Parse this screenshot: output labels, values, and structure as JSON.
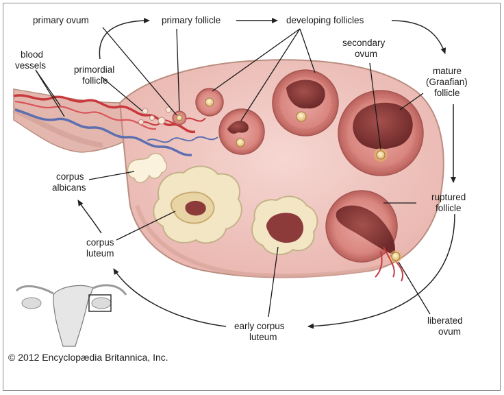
{
  "labels": {
    "primary_ovum": "primary ovum",
    "primary_follicle": "primary follicle",
    "developing_follicles": "developing follicles",
    "blood_vessels_1": "blood",
    "blood_vessels_2": "vessels",
    "primordial_follicle_1": "primordial",
    "primordial_follicle_2": "follicle",
    "secondary_ovum_1": "secondary",
    "secondary_ovum_2": "ovum",
    "mature_follicle_1": "mature",
    "mature_follicle_2": "(Graafian)",
    "mature_follicle_3": "follicle",
    "corpus_albicans_1": "corpus",
    "corpus_albicans_2": "albicans",
    "ruptured_follicle_1": "ruptured",
    "ruptured_follicle_2": "follicle",
    "corpus_luteum_1": "corpus",
    "corpus_luteum_2": "luteum",
    "early_corpus_luteum_1": "early corpus",
    "early_corpus_luteum_2": "luteum",
    "liberated_ovum_1": "liberated",
    "liberated_ovum_2": "ovum"
  },
  "copyright": "© 2012 Encyclopædia Britannica, Inc.",
  "colors": {
    "ovary_fill": "#f2c8c3",
    "ovary_outline": "#b98e80",
    "follicle_wall": "#c9726e",
    "follicle_cavity": "#8c3b3a",
    "corpus_luteum": "#f3e6c4",
    "vessel_red": "#c8383c",
    "vessel_blue": "#5b6fb0",
    "arrow": "#222222"
  }
}
